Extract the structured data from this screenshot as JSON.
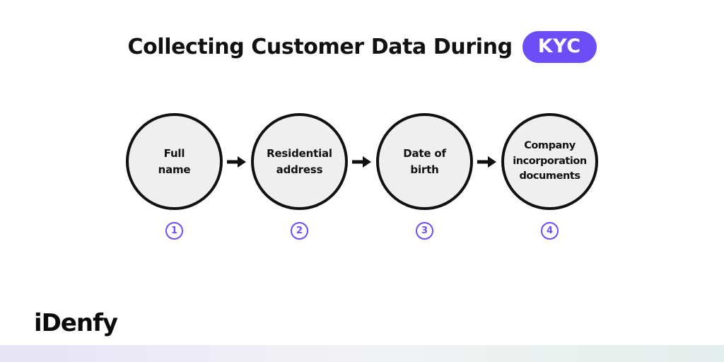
{
  "header": {
    "title": "Collecting Customer Data During",
    "badge_label": "KYC",
    "badge_color": "#6c4df6"
  },
  "flow": {
    "steps": [
      {
        "number": "1",
        "label": "Full\nname"
      },
      {
        "number": "2",
        "label": "Residential\naddress"
      },
      {
        "number": "3",
        "label": "Date of\nbirth"
      },
      {
        "number": "4",
        "label": "Company\nincorporation\ndocuments"
      }
    ],
    "connector_icon": "arrow-right-icon",
    "bubble_fill": "#efefef",
    "bubble_stroke": "#111111",
    "badge_color": "#6c4df6"
  },
  "footer": {
    "logo_text": "iDenfy",
    "strip_color_left": "#e6e4f5",
    "strip_color_right": "#e4eeec"
  }
}
